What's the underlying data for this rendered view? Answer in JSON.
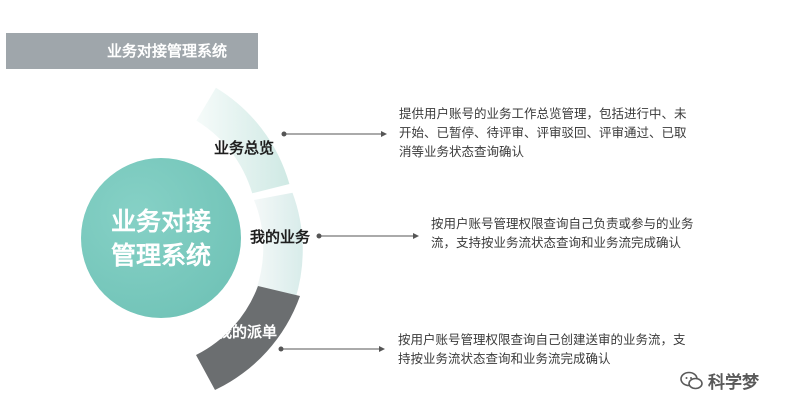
{
  "title": "业务对接管理系统",
  "center": {
    "line1": "业务对接",
    "line2": "管理系统"
  },
  "modules": [
    {
      "label": "业务总览",
      "desc_lines": [
        "提供用户账号的业务工作总览管理，包括进行中、未",
        "开始、已暂停、待评审、评审驳回、评审通过、已取",
        "消等业务状态查询确认"
      ]
    },
    {
      "label": "我的业务",
      "desc_lines": [
        "按用户账号管理权限查询自己负责或参与的业务",
        "流，支持按业务流状态查询和业务流完成确认"
      ]
    },
    {
      "label": "我的派单",
      "desc_lines": [
        "按用户账号管理权限查询自己创建送审的业务流，支",
        "持按业务流状态查询和业务流完成确认"
      ]
    }
  ],
  "watermark": {
    "text": "科学梦",
    "icon": "wechat-icon"
  },
  "colors": {
    "teal": "#7ecdc2",
    "teal_light": "#e6f4f1",
    "dark_gray": "#6b6e70",
    "title_bar": "#9fa6ab"
  }
}
